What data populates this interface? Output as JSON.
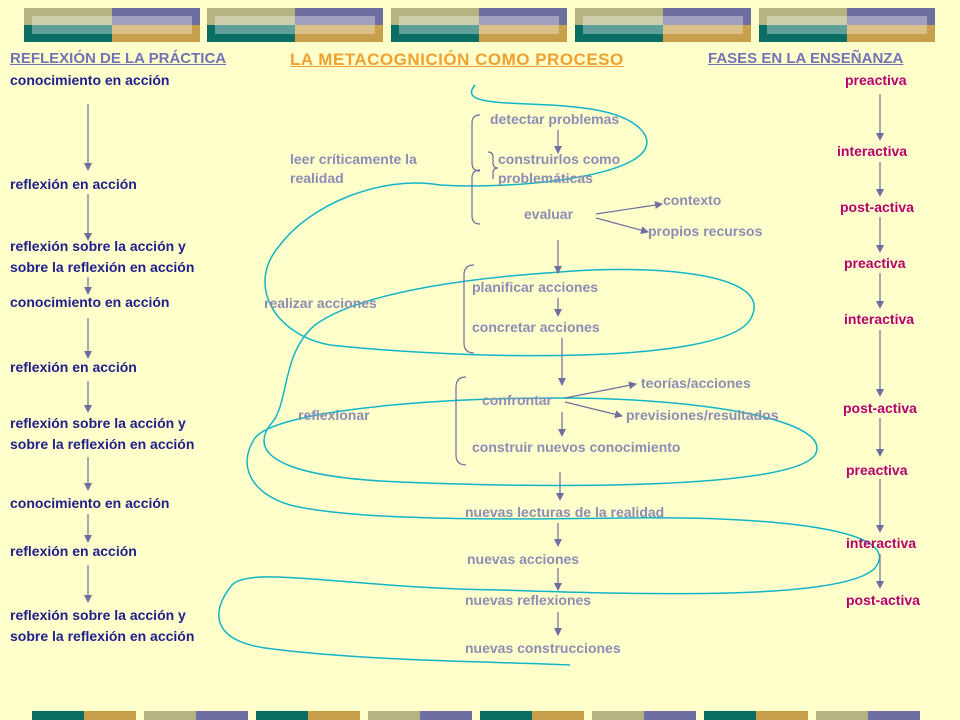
{
  "headers": {
    "left": "REFLEXIÓN DE LA PRÁCTICA",
    "center": "LA METACOGNICIÓN COMO PROCESO",
    "right": "FASES EN LA ENSEÑANZA"
  },
  "left_column": [
    "conocimiento en acción",
    "reflexión en acción",
    "reflexión sobre la acción y\nsobre la reflexión en acción",
    "conocimiento en acción",
    "reflexión en acción",
    "reflexión sobre la acción y\nsobre la reflexión en acción",
    "conocimiento en acción",
    "reflexión en acción",
    "reflexión sobre la acción y\nsobre la reflexión en acción"
  ],
  "right_column": [
    "preactiva",
    "interactiva",
    "post-activa",
    "preactiva",
    "interactiva",
    "post-activa",
    "preactiva",
    "interactiva",
    "post-activa"
  ],
  "center_items": {
    "detectar": "detectar problemas",
    "leer": "leer críticamente la\nrealidad",
    "construirlos": "construirlos como\nproblemáticas",
    "contexto": "contexto",
    "evaluar": "evaluar",
    "propios": "propios recursos",
    "planificar": "planificar acciones",
    "realizar": "realizar acciones",
    "concretar": "concretar acciones",
    "teorias": "teorías/acciones",
    "confrontar": "confrontar",
    "reflexionar": "reflexionar",
    "previsiones": "previsiones/resultados",
    "construir": "construir nuevos conocimiento",
    "nuevas_lecturas": "nuevas lecturas de la realidad",
    "nuevas_acciones": "nuevas acciones",
    "nuevas_reflexiones": "nuevas reflexiones",
    "nuevas_construcciones": "nuevas construcciones"
  },
  "colors": {
    "background": "#FFFFCC",
    "left_text": "#1E1E8C",
    "right_text": "#B4006E",
    "center_text": "#8C8CB4",
    "title": "#F0A030",
    "spiral": "#14B4C8",
    "arrow": "#6E6EA0"
  }
}
